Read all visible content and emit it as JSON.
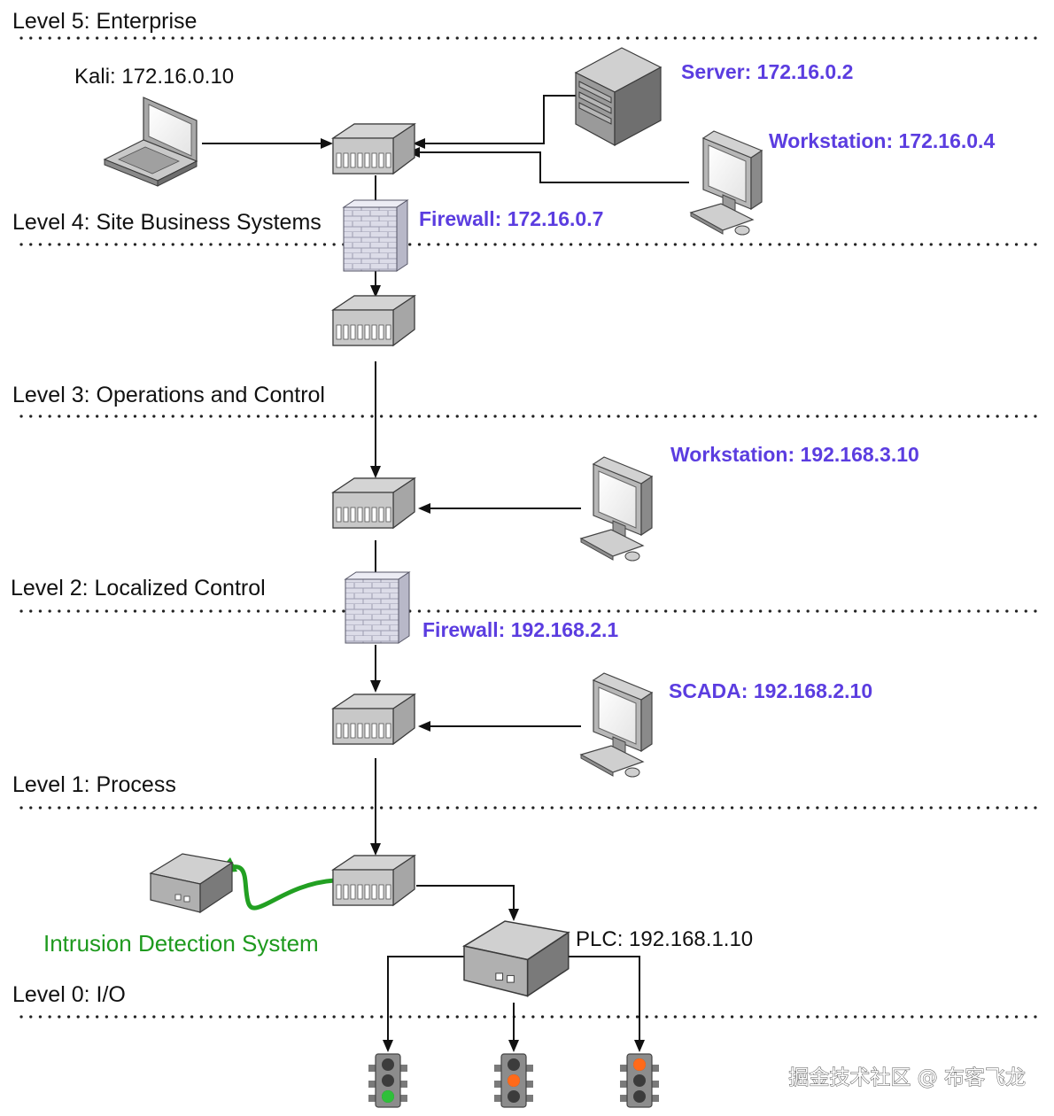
{
  "colors": {
    "label_accent": "#5b3de0",
    "ids_accent": "#1e9a1e",
    "ids_arrow": "#22a022",
    "wire": "#111111",
    "device_gray": "#c8c8c8",
    "firewall_brick": "#d9d9e6"
  },
  "levels": [
    {
      "label": "Level 5: Enterprise"
    },
    {
      "label": "Level 4: Site Business Systems"
    },
    {
      "label": "Level 3: Operations and Control"
    },
    {
      "label": "Level 2: Localized Control"
    },
    {
      "label": "Level 1: Process"
    },
    {
      "label": "Level 0: I/O"
    }
  ],
  "nodes": {
    "kali": {
      "label": "Kali: 172.16.0.10",
      "icon": "laptop-icon"
    },
    "server": {
      "label": "Server: 172.16.0.2",
      "icon": "server-tower-icon"
    },
    "workstation_enterprise": {
      "label": "Workstation: 172.16.0.4",
      "icon": "workstation-icon"
    },
    "firewall_top": {
      "label": "Firewall: 172.16.0.7",
      "icon": "firewall-icon"
    },
    "workstation_ops": {
      "label": "Workstation: 192.168.3.10",
      "icon": "workstation-icon"
    },
    "firewall_bottom": {
      "label": "Firewall: 192.168.2.1",
      "icon": "firewall-icon"
    },
    "scada": {
      "label": "SCADA: 192.168.2.10",
      "icon": "workstation-icon"
    },
    "ids": {
      "label": "Intrusion Detection System",
      "icon": "ids-appliance-icon"
    },
    "plc": {
      "label": "PLC: 192.168.1.10",
      "icon": "plc-icon"
    }
  },
  "switch_icon": "network-switch-icon",
  "traffic_lights": [
    {
      "active": "green",
      "color": "#2fbf3a"
    },
    {
      "active": "orange",
      "color": "#ff6a1a"
    },
    {
      "active": "orange",
      "color": "#ff6a1a"
    }
  ],
  "watermark": "掘金技术社区 @ 布客飞龙"
}
